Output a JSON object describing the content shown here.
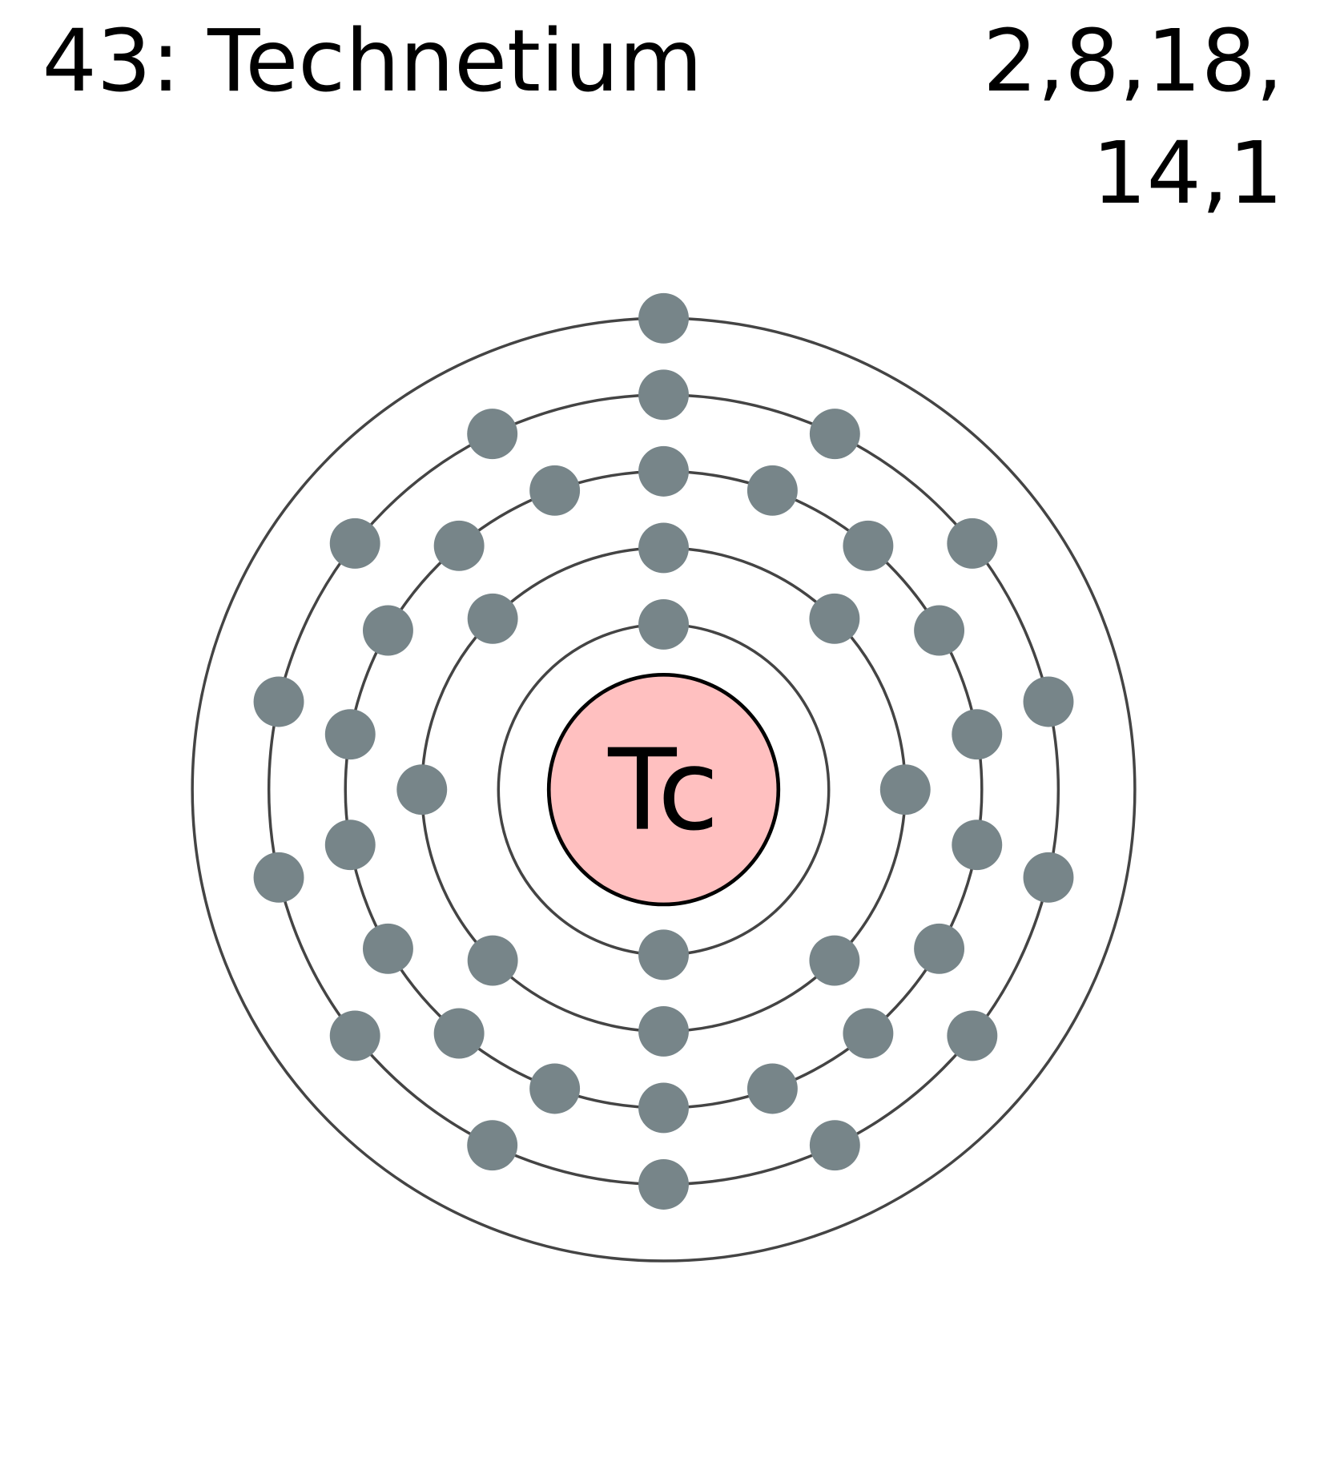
{
  "title": "43: Technetium",
  "configuration_line1": "2,8,18,",
  "configuration_line2": "14,1",
  "symbol": "Tc",
  "shells": [
    2,
    8,
    18,
    14,
    1
  ],
  "colors": {
    "electron": "#778589",
    "nucleus": "#ffc0c0",
    "shell": "#444444"
  }
}
